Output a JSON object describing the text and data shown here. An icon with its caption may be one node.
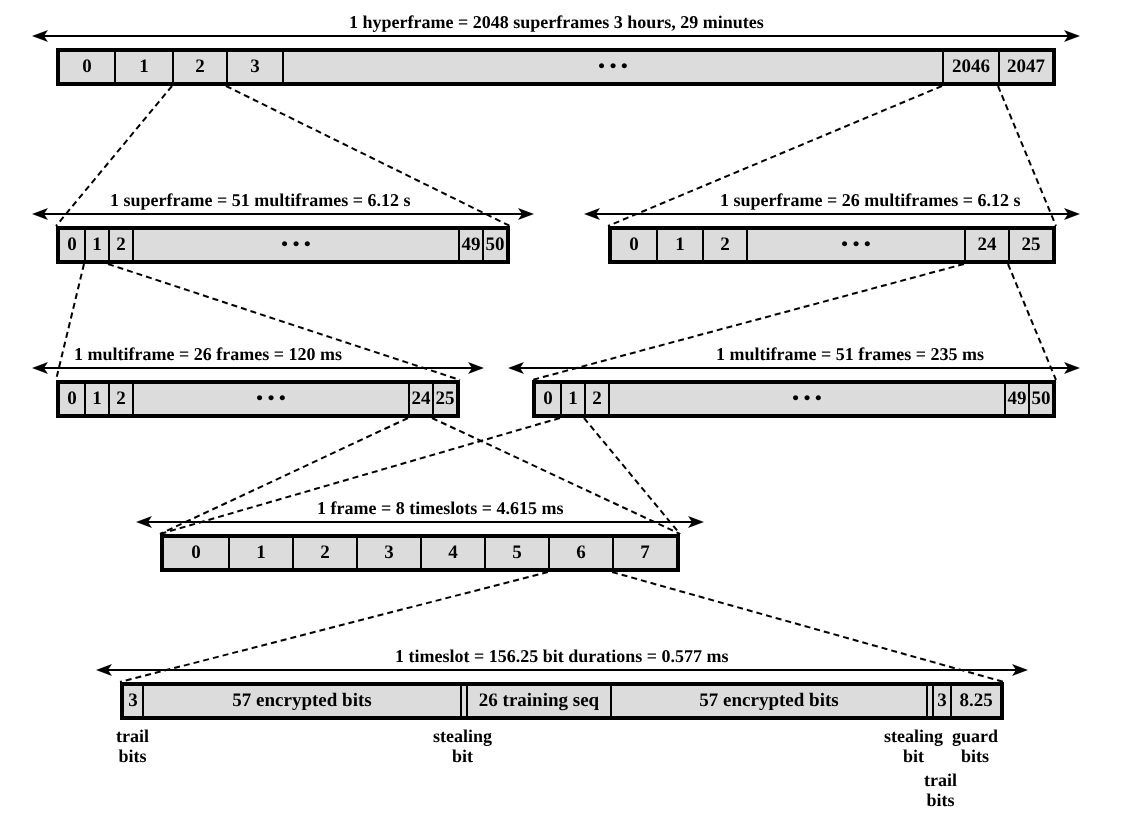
{
  "diagram": {
    "nodes": [
      {
        "text": [],
        "shape": "bar",
        "beside": [
          "1 hyperframe = 2048 superframes 3 hours, 29 minutes"
        ]
      },
      {
        "text": [
          "0"
        ],
        "in": 0
      },
      {
        "text": [
          "1"
        ],
        "in": 0
      },
      {
        "text": [
          "2"
        ],
        "in": 0
      },
      {
        "text": [
          "3"
        ],
        "in": 0
      },
      {
        "text": [
          "• • •"
        ],
        "in": 0
      },
      {
        "text": [
          "2046"
        ],
        "in": 0
      },
      {
        "text": [
          "2047"
        ],
        "in": 0
      },
      {
        "text": [],
        "shape": "bar",
        "beside": [
          "1 superframe = 51 multiframes = 6.12 s"
        ]
      },
      {
        "text": [
          "0"
        ],
        "in": 8
      },
      {
        "text": [
          "1"
        ],
        "in": 8
      },
      {
        "text": [
          "2"
        ],
        "in": 8
      },
      {
        "text": [
          "• • •"
        ],
        "in": 8
      },
      {
        "text": [
          "49"
        ],
        "in": 8
      },
      {
        "text": [
          "50"
        ],
        "in": 8
      },
      {
        "text": [],
        "shape": "bar",
        "beside": [
          "1 superframe = 26 multiframes = 6.12 s"
        ]
      },
      {
        "text": [
          "0"
        ],
        "in": 15
      },
      {
        "text": [
          "1"
        ],
        "in": 15
      },
      {
        "text": [
          "2"
        ],
        "in": 15
      },
      {
        "text": [
          "• • •"
        ],
        "in": 15
      },
      {
        "text": [
          "24"
        ],
        "in": 15
      },
      {
        "text": [
          "25"
        ],
        "in": 15
      },
      {
        "text": [],
        "shape": "bar",
        "beside": [
          "1 multiframe = 26 frames = 120 ms"
        ]
      },
      {
        "text": [
          "0"
        ],
        "in": 22
      },
      {
        "text": [
          "1"
        ],
        "in": 22
      },
      {
        "text": [
          "2"
        ],
        "in": 22
      },
      {
        "text": [
          "• • •"
        ],
        "in": 22
      },
      {
        "text": [
          "24"
        ],
        "in": 22
      },
      {
        "text": [
          "25"
        ],
        "in": 22
      },
      {
        "text": [],
        "shape": "bar",
        "beside": [
          "1 multiframe = 51 frames = 235 ms"
        ]
      },
      {
        "text": [
          "0"
        ],
        "in": 29
      },
      {
        "text": [
          "1"
        ],
        "in": 29
      },
      {
        "text": [
          "2"
        ],
        "in": 29
      },
      {
        "text": [
          "• • •"
        ],
        "in": 29
      },
      {
        "text": [
          "49"
        ],
        "in": 29
      },
      {
        "text": [
          "50"
        ],
        "in": 29
      },
      {
        "text": [],
        "shape": "bar",
        "beside": [
          "1 frame = 8 timeslots = 4.615 ms"
        ]
      },
      {
        "text": [
          "0"
        ],
        "in": 36
      },
      {
        "text": [
          "1"
        ],
        "in": 36
      },
      {
        "text": [
          "2"
        ],
        "in": 36
      },
      {
        "text": [
          "3"
        ],
        "in": 36
      },
      {
        "text": [
          "4"
        ],
        "in": 36
      },
      {
        "text": [
          "5"
        ],
        "in": 36
      },
      {
        "text": [
          "6"
        ],
        "in": 36
      },
      {
        "text": [
          "7"
        ],
        "in": 36
      },
      {
        "text": [],
        "shape": "bar",
        "beside": [
          "1 timeslot = 156.25 bit durations = 0.577 ms"
        ]
      },
      {
        "text": [
          "3"
        ],
        "in": 45,
        "beside": [
          "trail bits"
        ]
      },
      {
        "text": [
          "57 encrypted bits"
        ],
        "in": 45
      },
      {
        "text": [],
        "shape": "box",
        "in": 45,
        "beside": [
          "stealing bit"
        ]
      },
      {
        "text": [
          "26 training seq"
        ],
        "in": 45
      },
      {
        "text": [
          "57 encrypted bits"
        ],
        "in": 45
      },
      {
        "text": [],
        "shape": "box",
        "in": 45,
        "beside": [
          "stealing bit"
        ]
      },
      {
        "text": [
          "3"
        ],
        "in": 45,
        "beside": [
          "trail bits"
        ]
      },
      {
        "text": [
          "8.25"
        ],
        "in": 45,
        "beside": [
          "guard bits"
        ]
      }
    ],
    "edges": [
      {
        "from": 3,
        "to": 8,
        "arrow": "none",
        "style": "dashed"
      },
      {
        "from": 3,
        "to": 8,
        "arrow": "none",
        "style": "dashed"
      },
      {
        "from": 6,
        "to": 15,
        "arrow": "none",
        "style": "dashed"
      },
      {
        "from": 6,
        "to": 15,
        "arrow": "none",
        "style": "dashed"
      },
      {
        "from": 10,
        "to": 22,
        "arrow": "none",
        "style": "dashed"
      },
      {
        "from": 10,
        "to": 22,
        "arrow": "none",
        "style": "dashed"
      },
      {
        "from": 20,
        "to": 29,
        "arrow": "none",
        "style": "dashed"
      },
      {
        "from": 20,
        "to": 29,
        "arrow": "none",
        "style": "dashed"
      },
      {
        "from": 27,
        "to": 36,
        "arrow": "none",
        "style": "dashed"
      },
      {
        "from": 27,
        "to": 36,
        "arrow": "none",
        "style": "dashed"
      },
      {
        "from": 31,
        "to": 36,
        "arrow": "none",
        "style": "dashed"
      },
      {
        "from": 31,
        "to": 36,
        "arrow": "none",
        "style": "dashed"
      },
      {
        "from": 43,
        "to": 45,
        "arrow": "none",
        "style": "dashed"
      },
      {
        "from": 43,
        "to": 45,
        "arrow": "none",
        "style": "dashed"
      }
    ]
  }
}
